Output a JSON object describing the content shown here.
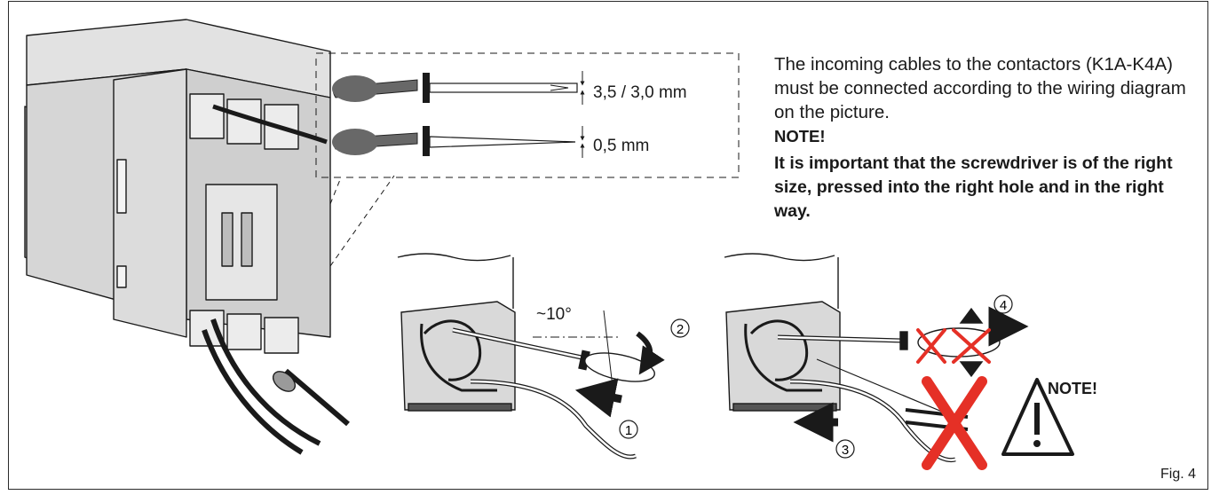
{
  "screwdriver_spec": {
    "large_blade": "3,5 / 3,0 mm",
    "small_blade": "0,5 mm"
  },
  "instructions": {
    "intro": "The incoming cables to the contactors (K1A-K4A) must be connected according to the wiring diagram on the picture.",
    "note_heading": "NOTE!",
    "note_text": "It is important that the screwdriver is of the right size, pressed into the right hole and in the right way."
  },
  "procedure": {
    "angle_label": "~10°",
    "steps": [
      "1",
      "2",
      "3",
      "4"
    ]
  },
  "warning": {
    "label": "NOTE!"
  },
  "figure_label": "Fig. 4",
  "colors": {
    "housing_gray": "#d4d4d4",
    "line": "#1a1a1a",
    "handle_gray": "#666666",
    "cross_red": "#e53026"
  },
  "icons": [
    "warning-triangle-icon",
    "error-cross-icon",
    "arrow-icon"
  ]
}
